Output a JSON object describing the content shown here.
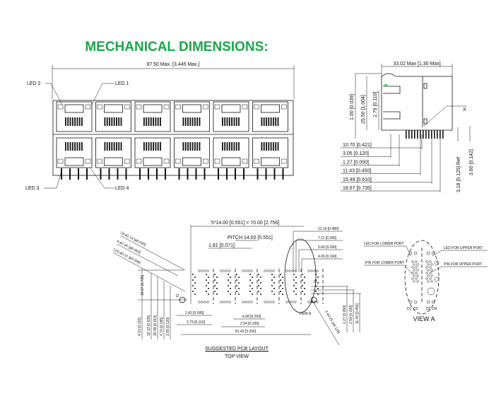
{
  "title": "MECHANICAL DIMENSIONS:",
  "accent_color": "#1aa64a",
  "front_view": {
    "width_dim": "87.50 Max. [3.445 Max.]",
    "led_labels": [
      "LED 2",
      "LED 1",
      "LED 3",
      "LED 4"
    ],
    "port_columns": 6,
    "port_rows": 2
  },
  "side_view": {
    "depth_dim": "33.02 Max [1.30 Max]",
    "marker": "X",
    "vertical_dims": [
      "1.00 [0.039]",
      "25.50 [1.004]",
      "2.79 [0.110]"
    ],
    "right_dims": [
      "3.18 [0.125] Ref",
      "3.60 [0.142]"
    ],
    "horizontal_dims": [
      "10.70 [0.421]",
      "3.05 [0.120]",
      "1.27 [0.050]",
      "11.43 [0.450]",
      "15.49 [0.610]",
      "18.67 [0.735]"
    ]
  },
  "pcb_layout": {
    "top_dim": "5*14.00 [0.551] = 70.00 [2.756]",
    "pitch": "PITCH 14.00 [0.551]",
    "dim_181": "1.81 [0.071]",
    "right_top_dims": [
      "12.19 [0.480]",
      "7.11 [0.280]",
      "6.60 [0.260]",
      "4.06 [0.160]"
    ],
    "hole_callouts": [
      "24-ø1.14 [ø0.045]",
      "4-ø1.60 [ø0.063]",
      "120-ø0.91 [ø0.036]"
    ],
    "left_vertical": "18.67 [0.735]",
    "bottom_verticals": [
      "4.10 [0.161]",
      "16.13 [0.635]",
      "15.49 [0.610]",
      "4.70 [0.185]",
      "3.05 [0.120]"
    ],
    "bottom_dims": [
      "2.42 [0.095]",
      "2.79 [0.110]",
      "6.68 [0.263]",
      "2.54 [0.100]",
      "81.43 [3.206]"
    ],
    "right_verticals": [
      "1.27 [0.050]",
      "2.54 [0.100]",
      "11.43 [0.450]"
    ],
    "mount_hole": "2-ø3.25 [ø0.128]",
    "view_a_marker": "VIEW A",
    "caption": "SUGGESTED PCB LAYOUT",
    "subcaption": "TOP VIEW"
  },
  "view_a": {
    "labels": [
      "LED FOR LOWER PORT",
      "PIN FOR LOWER PORT",
      "LED FOR UPPER PORT",
      "PIN FOR UPPER PORT"
    ],
    "pin_labels": [
      "D1",
      "D2",
      "D3",
      "D4"
    ],
    "caption": "VIEW A"
  }
}
